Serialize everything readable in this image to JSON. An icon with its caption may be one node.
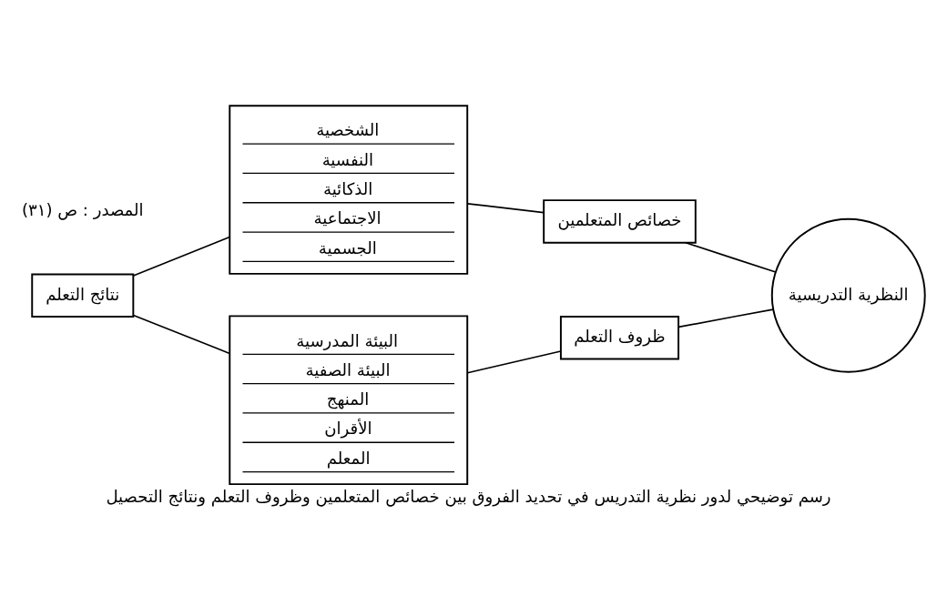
{
  "diagram": {
    "caption": "رسم توضيحي لدور نظرية التدريس في تحديد الفروق بين خصائص المتعلمين وظروف التعلم ونتائج التحصيل",
    "nodes": [
      {
        "text": [
          "نتائج التعلم"
        ]
      },
      {
        "text": [
          "الشخصية",
          "النفسية",
          "الذكائية",
          "الاجتماعية",
          "الجسمية"
        ]
      },
      {
        "text": [
          "البيئة المدرسية",
          "البيئة الصفية",
          "المنهج",
          "الأقران",
          "المعلم"
        ]
      },
      {
        "text": [
          "خصائص المتعلمين"
        ]
      },
      {
        "text": [
          "ظروف التعلم"
        ]
      },
      {
        "text": [
          "النظرية التدريسية"
        ]
      }
    ],
    "edges": [
      {
        "from": 0,
        "to": 1,
        "arrow": "none"
      },
      {
        "from": 0,
        "to": 2,
        "arrow": "none"
      },
      {
        "from": 1,
        "to": 3,
        "arrow": "none"
      },
      {
        "from": 2,
        "to": 4,
        "arrow": "none"
      },
      {
        "from": 3,
        "to": 5,
        "arrow": "none"
      },
      {
        "from": 4,
        "to": 5,
        "arrow": "none"
      }
    ],
    "labels": [
      "المصدر : ص (٣١)"
    ]
  }
}
